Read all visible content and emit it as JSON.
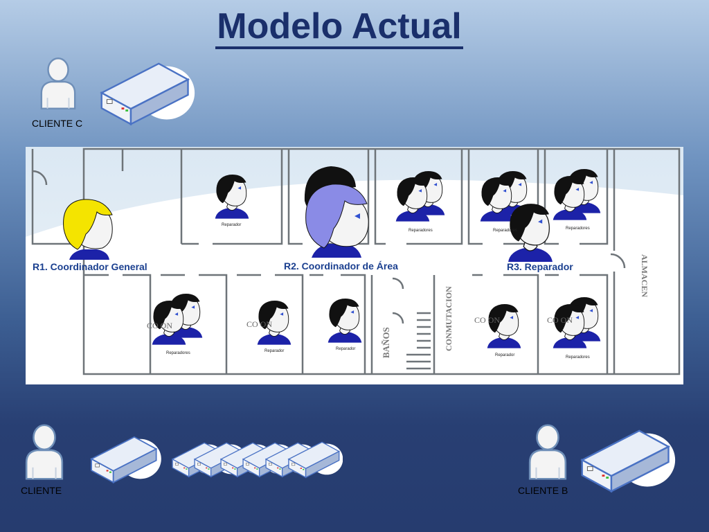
{
  "title": "Modelo Actual",
  "clients": {
    "top": "CLIENTE C",
    "bottom_left": "CLIENTE",
    "bottom_right": "CLIENTE B"
  },
  "roles": {
    "r1": "R1. Coordinador General",
    "r2": "R2. Coordinador de Área",
    "r3": "R3. Reparador"
  },
  "plan_labels": {
    "banos": "BAÑOS",
    "conmutacion": "CONMUTACION",
    "almacen": "ALMACEN",
    "coordinacion": "CO          ON"
  },
  "tags": {
    "reparador": "Reparador",
    "reparadores": "Reparadores"
  },
  "colors": {
    "title": "#1a2f6b",
    "role_text": "#1a3f8f",
    "coordinator_hair": "#f4e400",
    "area_coordinator_hair": "#8a8be6",
    "shirt": "#1c22a8"
  },
  "icons": [
    "user-icon",
    "server-icon",
    "person-icon"
  ]
}
